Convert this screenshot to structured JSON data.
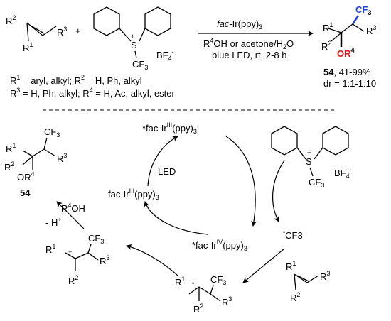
{
  "top": {
    "reagent_r2": "R",
    "reagent_r2_sup": "2",
    "reagent_r3": "R",
    "reagent_r3_sup": "3",
    "reagent_r1": "R",
    "reagent_r1_sup": "1",
    "plus": "+",
    "s_label": "S",
    "s_charge": "+",
    "cf3": "CF",
    "cf3_sub": "3",
    "bf4": "BF",
    "bf4_sub": "4",
    "bf4_sup": "-",
    "catalyst_prefix": "fac",
    "catalyst_suffix": "-Ir(ppy)",
    "catalyst_sub": "3",
    "cond_line1": "OH or acetone/H",
    "cond_line1_sup": "4",
    "cond_line1_r": "R",
    "cond_line1_sub": "2",
    "cond_line1_o": "O",
    "cond_line2": "blue LED, rt, 2-8 h",
    "product_cf3": "CF",
    "product_cf3_sub": "3",
    "product_or4": "OR",
    "product_or4_sup": "4",
    "product_number": "54",
    "product_yield": ", 41-99%",
    "product_dr": "dr = 1:1-1:10",
    "subst_line1": "= aryl, alkyl; R",
    "subst_line1_b": "= H, Ph, alkyl",
    "subst_line2": "= H, Ph, alkyl; R",
    "subst_line2_b": "= H, Ac, alkyl, ester"
  },
  "cycle": {
    "excited_ir3": "*fac-Ir",
    "excited_ir3_sup": "III",
    "excited_ir3_tail": "(ppy)",
    "excited_ir3_sub": "3",
    "ir3": "fac-Ir",
    "ir3_sup": "III",
    "ir3_tail": "(ppy)",
    "ir3_sub": "3",
    "ir4": "*fac-Ir",
    "ir4_sup": "IV",
    "ir4_tail": "(ppy)",
    "ir4_sub": "3",
    "led": "LED",
    "radical_cf3": "CF3",
    "radical_dot": "•",
    "r4oh": "OH",
    "r4oh_r": "R",
    "r4oh_sup": "4",
    "minus_h": "- H",
    "minus_h_sup": "+",
    "product_number": "54",
    "bf4": "BF",
    "bf4_sub": "4",
    "bf4_sup": "-"
  }
}
